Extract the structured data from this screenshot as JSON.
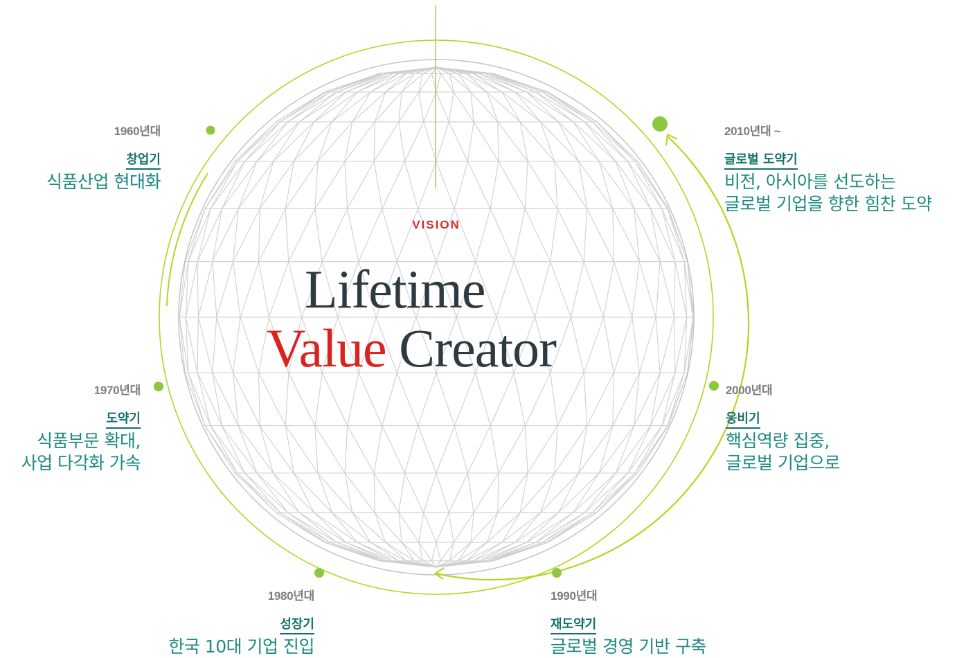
{
  "vision_label": "VISION",
  "title": {
    "line1": "Lifetime",
    "highlight": "Value",
    "rest": "Creator"
  },
  "colors": {
    "accent_green": "#b7d321",
    "dot_green": "#8dc63f",
    "teal": "#12716a",
    "red": "#d9231f",
    "dark": "#2f3a40"
  },
  "milestones": [
    {
      "period": "1960년대",
      "stage": "창업기",
      "desc": [
        "식품산업 현대화"
      ]
    },
    {
      "period": "1970년대",
      "stage": "도약기",
      "desc": [
        "식품부문 확대,",
        "사업 다각화 가속"
      ]
    },
    {
      "period": "1980년대",
      "stage": "성장기",
      "desc": [
        "한국 10대 기업 진입"
      ]
    },
    {
      "period": "1990년대",
      "stage": "재도약기",
      "desc": [
        "글로벌 경영 기반 구축"
      ]
    },
    {
      "period": "2000년대",
      "stage": "웅비기",
      "desc": [
        "핵심역량 집중,",
        "글로벌 기업으로"
      ]
    },
    {
      "period": "2010년대 ~",
      "stage": "글로벌 도약기",
      "desc": [
        "비전, 아시아를 선도하는",
        "글로벌 기업을 향한 힘찬 도약"
      ]
    }
  ]
}
